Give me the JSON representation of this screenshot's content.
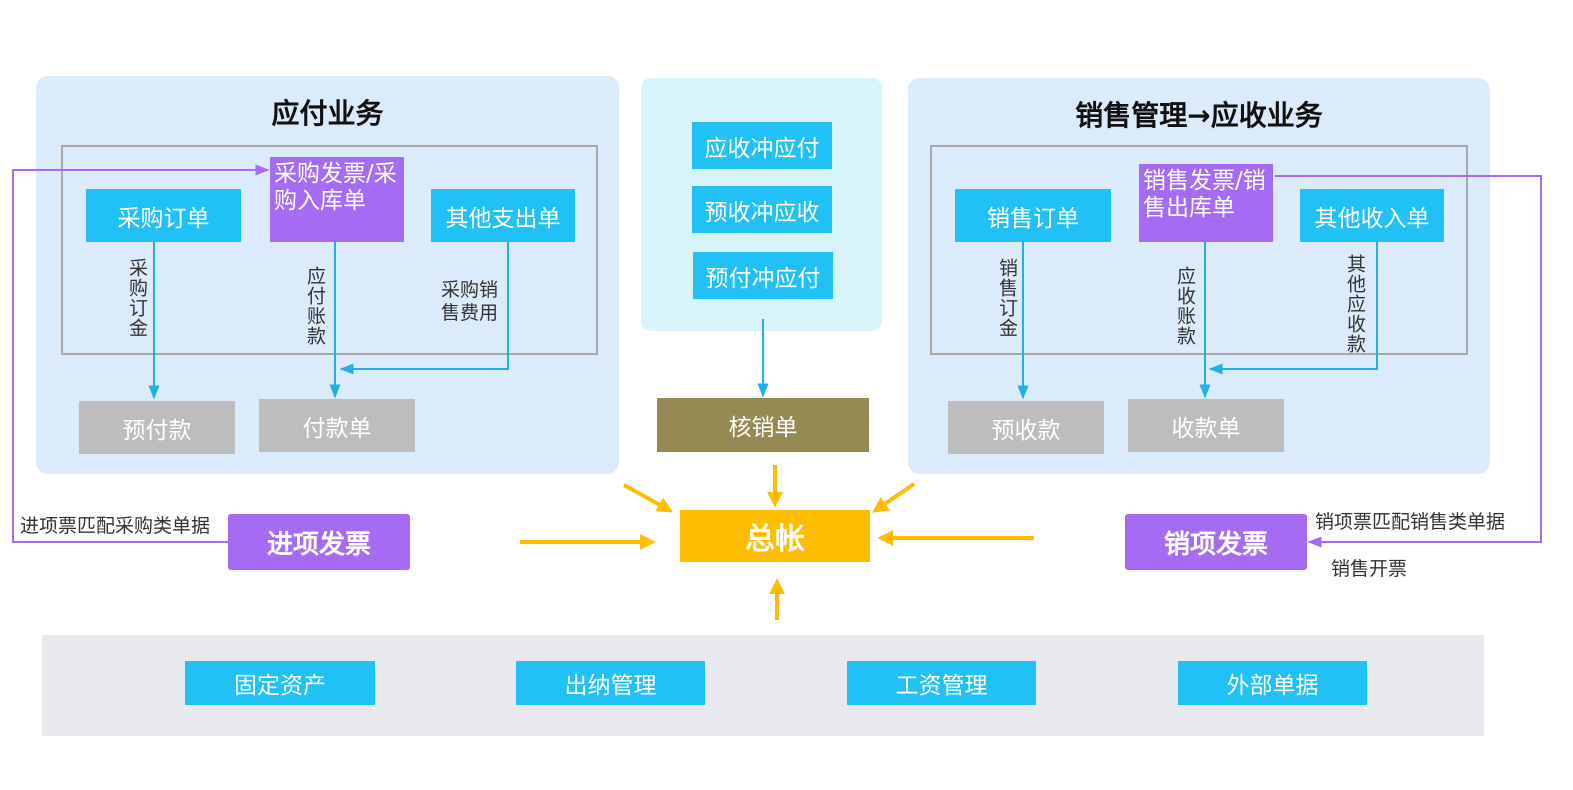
{
  "payable": {
    "title": "应付业务",
    "purchase_order": "采购订单",
    "purchase_invoice": "采购发票/采购入库单",
    "other_expense": "其他支出单",
    "label_deposit": "采购订金",
    "label_payable": "应付账款",
    "label_expense": "采购销售费用",
    "prepayment": "预付款",
    "payment": "付款单"
  },
  "offset": {
    "items": [
      "应收冲应付",
      "预收冲应收",
      "预付冲应付"
    ],
    "writeoff": "核销单"
  },
  "receivable": {
    "title": "销售管理→应收业务",
    "sales_order": "销售订单",
    "sales_invoice": "销售发票/销售出库单",
    "other_income": "其他收入单",
    "label_deposit": "销售订金",
    "label_receivable": "应收账款",
    "label_other": "其他应收款",
    "advance": "预收款",
    "receipt": "收款单"
  },
  "ledger": "总帐",
  "input_invoice": {
    "label": "进项发票",
    "match_note": "进项票匹配采购类单据"
  },
  "output_invoice": {
    "label": "销项发票",
    "match_note": "销项票匹配销售类单据",
    "issue_note": "销售开票"
  },
  "bottom_modules": [
    "固定资产",
    "出纳管理",
    "工资管理",
    "外部单据"
  ],
  "colors": {
    "panel_bg": "#dcebfb",
    "blue_box": "#21c0f5",
    "purple_box": "#a66bf3",
    "gray_box": "#bdbdbd",
    "writeoff_box": "#958a54",
    "ledger_box": "#ffbd00",
    "arrow_blue": "#21b1e6",
    "arrow_purple": "#a66bf3",
    "arrow_gold": "#ffbd00"
  }
}
